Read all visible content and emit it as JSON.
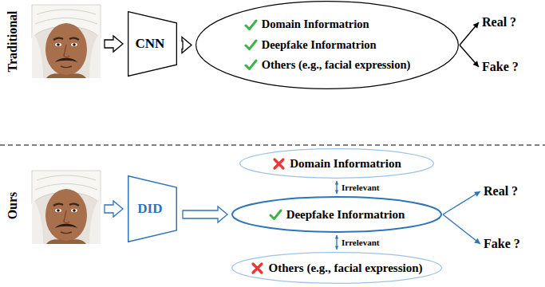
{
  "diagram": {
    "nodes": [
      {
        "text": [
          "CNN"
        ]
      },
      {
        "text": [
          "Domain Informatrion",
          "Deepfake Informatrion",
          "Others (e.g., facial expression)"
        ]
      },
      {
        "text": [
          "Real ?"
        ]
      },
      {
        "text": [
          "Fake ?"
        ]
      },
      {
        "text": [
          "DID"
        ]
      },
      {
        "text": [
          "Domain Informatrion"
        ]
      },
      {
        "text": [
          "Deepfake Informatrion"
        ]
      },
      {
        "text": [
          "Others (e.g., facial expression)"
        ]
      },
      {
        "text": [
          "Real ?"
        ]
      },
      {
        "text": [
          "Fake ?"
        ]
      }
    ],
    "edges": [
      {
        "from": 0,
        "to": 1,
        "arrow": "to"
      },
      {
        "from": 1,
        "to": 2,
        "arrow": "to"
      },
      {
        "from": 1,
        "to": 3,
        "arrow": "to"
      },
      {
        "from": 4,
        "to": 6,
        "arrow": "to"
      },
      {
        "from": 5,
        "to": 6,
        "arrow": "both",
        "label": "Irrelevant"
      },
      {
        "from": 6,
        "to": 7,
        "arrow": "both",
        "label": "Irrelevant"
      },
      {
        "from": 6,
        "to": 8,
        "arrow": "to"
      },
      {
        "from": 6,
        "to": 9,
        "arrow": "to"
      }
    ],
    "labels": [
      "Traditional",
      "Ours"
    ]
  }
}
